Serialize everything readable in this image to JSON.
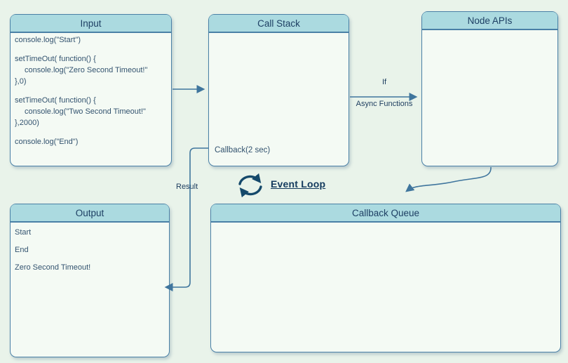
{
  "page": {
    "background": "#e9f3ea"
  },
  "colors": {
    "header_fill": "#abdae0",
    "box_fill": "#f4faf4",
    "border": "#4a80a6",
    "arrow": "#3f759d",
    "title_text": "#1d3f63",
    "code_text": "#33536f",
    "event_loop": "#15496b"
  },
  "boxes": {
    "input": {
      "title": "Input",
      "lines": [
        {
          "text": "console.log(\"Start\")",
          "cls": ""
        },
        {
          "text": "setTimeOut( function() {",
          "cls": "gap"
        },
        {
          "text": "console.log(\"Zero Second Timeout!\"",
          "cls": "ind"
        },
        {
          "text": "},0)",
          "cls": ""
        },
        {
          "text": "setTimeOut( function() {",
          "cls": "gap"
        },
        {
          "text": "console.log(\"Two Second Timeout!\"",
          "cls": "ind"
        },
        {
          "text": "},2000)",
          "cls": ""
        },
        {
          "text": "console.log(\"End\")",
          "cls": "gap"
        }
      ]
    },
    "call_stack": {
      "title": "Call Stack",
      "item": "Callback(2 sec)"
    },
    "node_apis": {
      "title": "Node APIs"
    },
    "output": {
      "title": "Output",
      "lines": [
        {
          "text": "Start",
          "cls": "out"
        },
        {
          "text": "End",
          "cls": "out"
        },
        {
          "text": "Zero Second Timeout!",
          "cls": "out"
        }
      ]
    },
    "callback_queue": {
      "title": "Callback Queue"
    }
  },
  "labels": {
    "edge_if": "If",
    "edge_async": "Async Functions",
    "edge_result": "Result",
    "event_loop": "Event Loop"
  }
}
